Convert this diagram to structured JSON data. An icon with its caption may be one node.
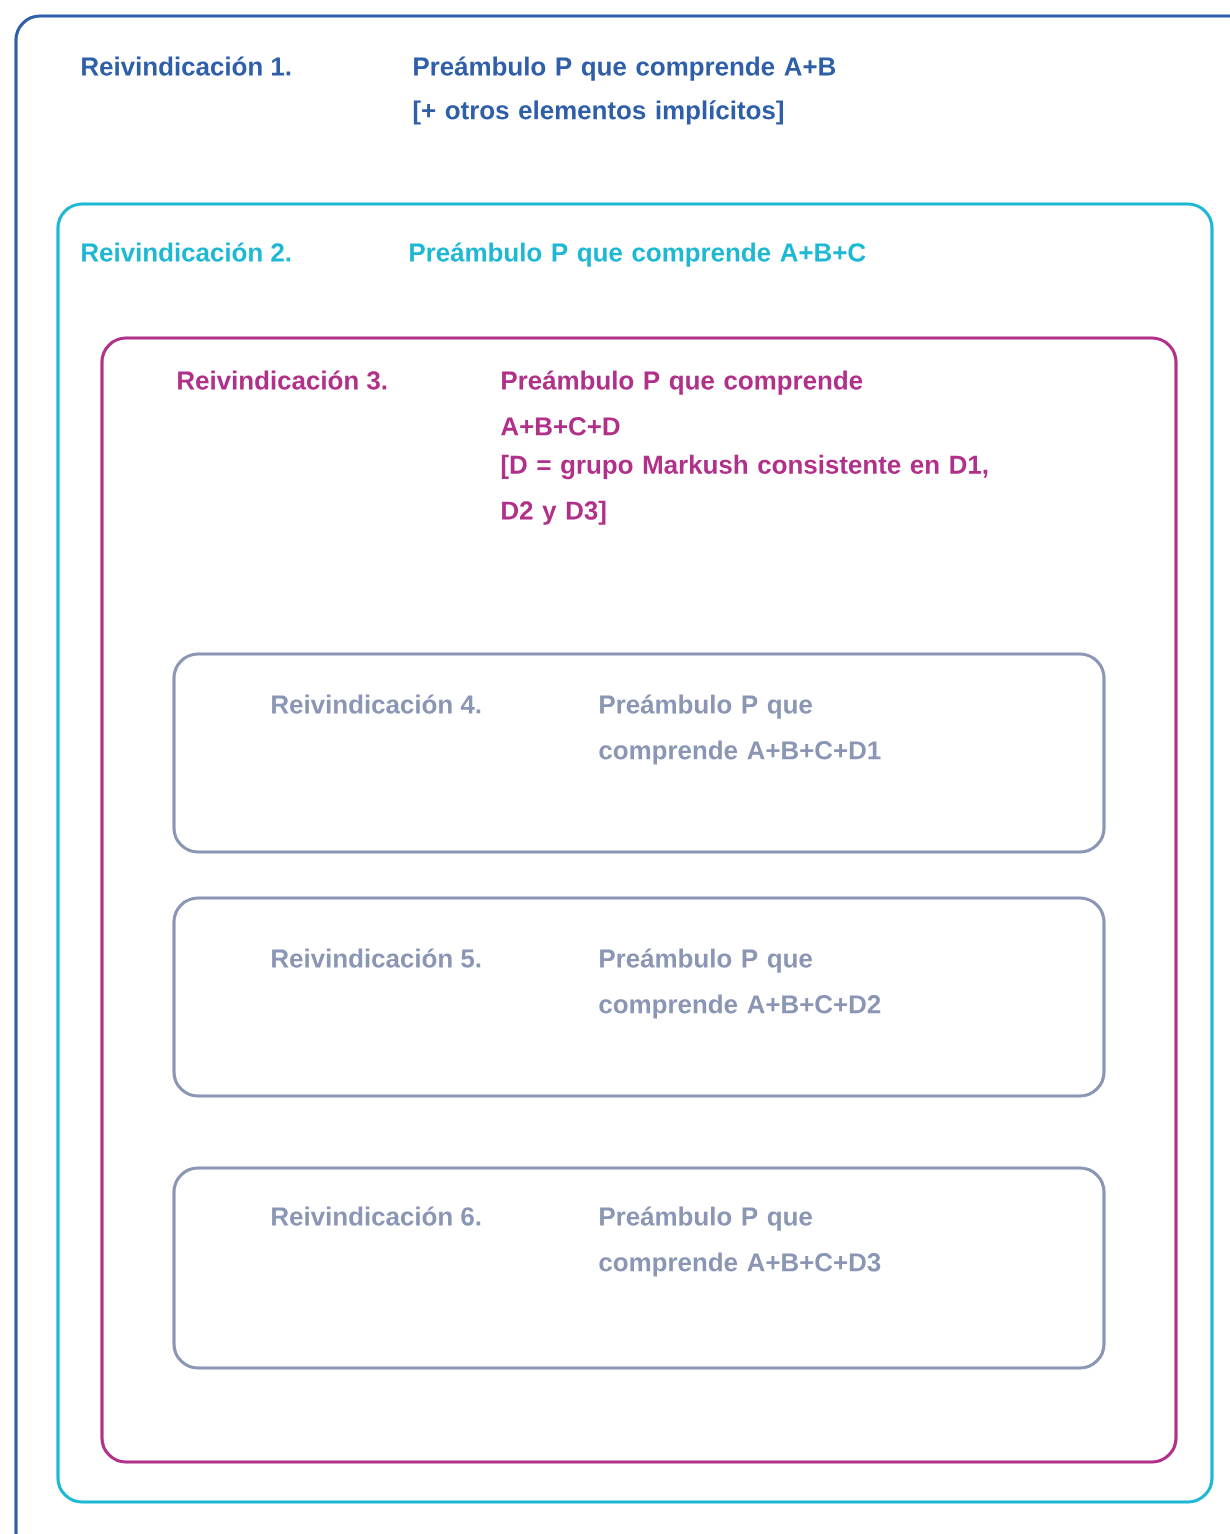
{
  "diagram": {
    "nodes": [
      {
        "text": [
          "Reivindicación 1.",
          "Preámbulo P que comprende A+B",
          "[+ otros elementos implícitos]"
        ]
      },
      {
        "text": [
          "Reivindicación 2.",
          "Preámbulo P que comprende A+B+C"
        ],
        "in": 0
      },
      {
        "text": [
          "Reivindicación 3.",
          "Preámbulo P que comprende A+B+C+D",
          "[D = grupo Markush consistente en D1, D2 y D3]"
        ],
        "in": 1
      },
      {
        "text": [
          "Reivindicación 4.",
          "Preámbulo P que comprende A+B+C+D1"
        ],
        "in": 2
      },
      {
        "text": [
          "Reivindicación 5.",
          "Preámbulo P que comprende A+B+C+D2"
        ],
        "in": 2
      },
      {
        "text": [
          "Reivindicación 6.",
          "Preámbulo P que comprende A+B+C+D3"
        ],
        "in": 2
      }
    ]
  }
}
